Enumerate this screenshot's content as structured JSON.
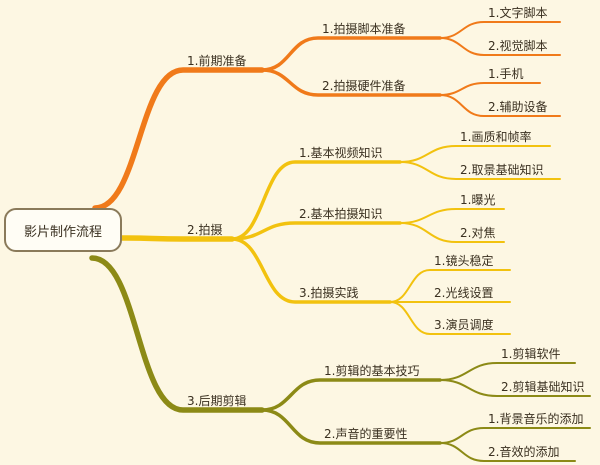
{
  "colors": {
    "background": "#fdf7e3",
    "branch_1": "#f07a1a",
    "branch_2": "#f2c20f",
    "branch_3": "#8c8a16"
  },
  "root": {
    "label": "影片制作流程"
  },
  "branches": [
    {
      "label": "1.前期准备",
      "children": [
        {
          "label": "1.拍摄脚本准备",
          "children": [
            {
              "label": "1.文字脚本"
            },
            {
              "label": "2.视觉脚本"
            }
          ]
        },
        {
          "label": "2.拍摄硬件准备",
          "children": [
            {
              "label": "1.手机"
            },
            {
              "label": "2.辅助设备"
            }
          ]
        }
      ]
    },
    {
      "label": "2.拍摄",
      "children": [
        {
          "label": "1.基本视频知识",
          "children": [
            {
              "label": "1.画质和帧率"
            },
            {
              "label": "2.取景基础知识"
            }
          ]
        },
        {
          "label": "2.基本拍摄知识",
          "children": [
            {
              "label": "1.曝光"
            },
            {
              "label": "2.对焦"
            }
          ]
        },
        {
          "label": "3.拍摄实践",
          "children": [
            {
              "label": "1.镜头稳定"
            },
            {
              "label": "2.光线设置"
            },
            {
              "label": "3.演员调度"
            }
          ]
        }
      ]
    },
    {
      "label": "3.后期剪辑",
      "children": [
        {
          "label": "1.剪辑的基本技巧",
          "children": [
            {
              "label": "1.剪辑软件"
            },
            {
              "label": "2.剪辑基础知识"
            }
          ]
        },
        {
          "label": "2.声音的重要性",
          "children": [
            {
              "label": "1.背景音乐的添加"
            },
            {
              "label": "2.音效的添加"
            }
          ]
        }
      ]
    }
  ]
}
